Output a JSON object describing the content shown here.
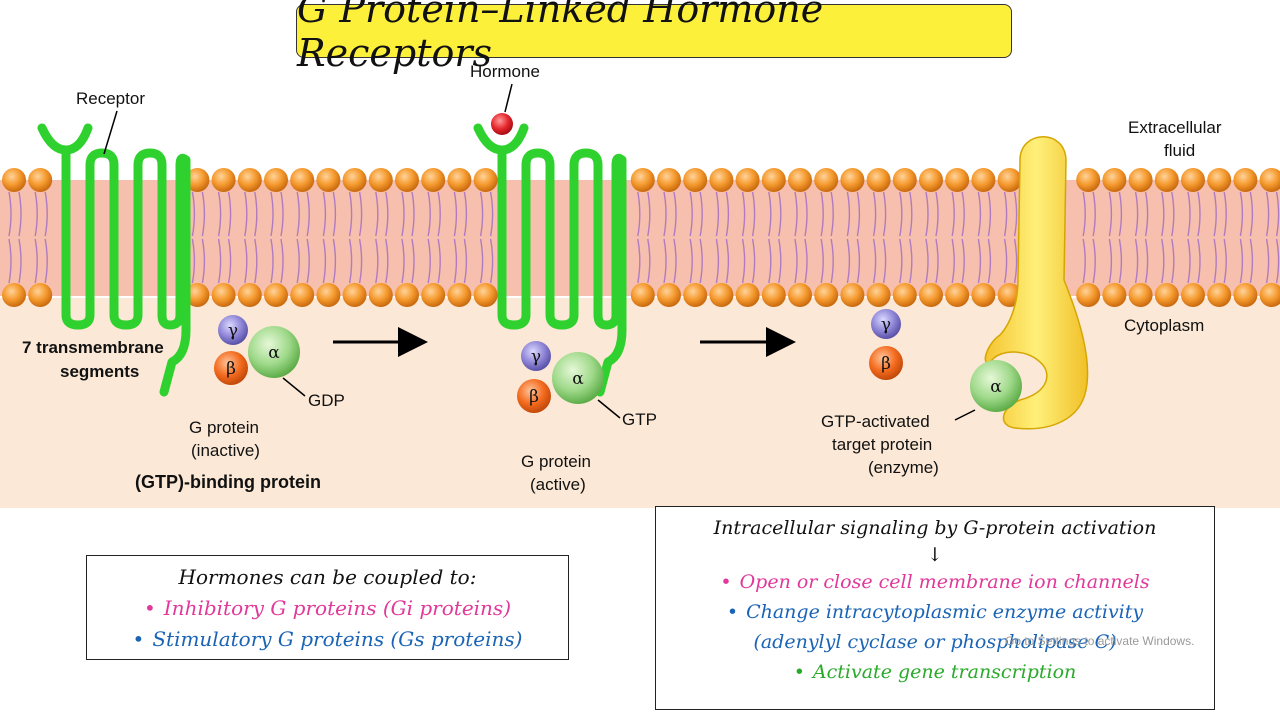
{
  "title": "G Protein–Linked Hormone Receptors",
  "labels": {
    "receptor": "Receptor",
    "hormone": "Hormone",
    "extracellular_1": "Extracellular",
    "extracellular_2": "fluid",
    "cytoplasm": "Cytoplasm",
    "transmembrane_1": "7 transmembrane",
    "transmembrane_2": "segments",
    "gdp": "GDP",
    "gtp": "GTP",
    "g_inactive_1": "G protein",
    "g_inactive_2": "(inactive)",
    "gtp_binding": "(GTP)-binding protein",
    "g_active_1": "G protein",
    "g_active_2": "(active)",
    "target_1": "GTP-activated",
    "target_2": "target protein",
    "target_3": "(enzyme)"
  },
  "subunits": {
    "alpha": "α",
    "beta": "β",
    "gamma": "γ"
  },
  "coupling_box": {
    "heading": "Hormones can be coupled to:",
    "items": [
      "Inhibitory G proteins (Gi proteins)",
      "Stimulatory G proteins (Gs proteins)"
    ]
  },
  "signaling_box": {
    "heading": "Intracellular signaling by G-protein activation",
    "arrow": "↓",
    "item1": "Open or close cell membrane ion channels",
    "item2_line1": "Change intracytoplasmic enzyme activity",
    "item2_line2": "(adenylyl cyclase or phospholipase C)",
    "item3": "Activate gene transcription"
  },
  "watermark": "Go to Settings to activate Windows.",
  "colors": {
    "title_bg": "#fdf03a",
    "receptor": "#2fd12f",
    "lipid_head": "#f59a2e",
    "bilayer": "#f6bfae",
    "cytoplasm": "#fbe8d6",
    "alpha": "#8fd07a",
    "beta": "#f36a1e",
    "gamma": "#8d84d6",
    "hormone": "#e5242b",
    "enzyme": "#fde350"
  }
}
